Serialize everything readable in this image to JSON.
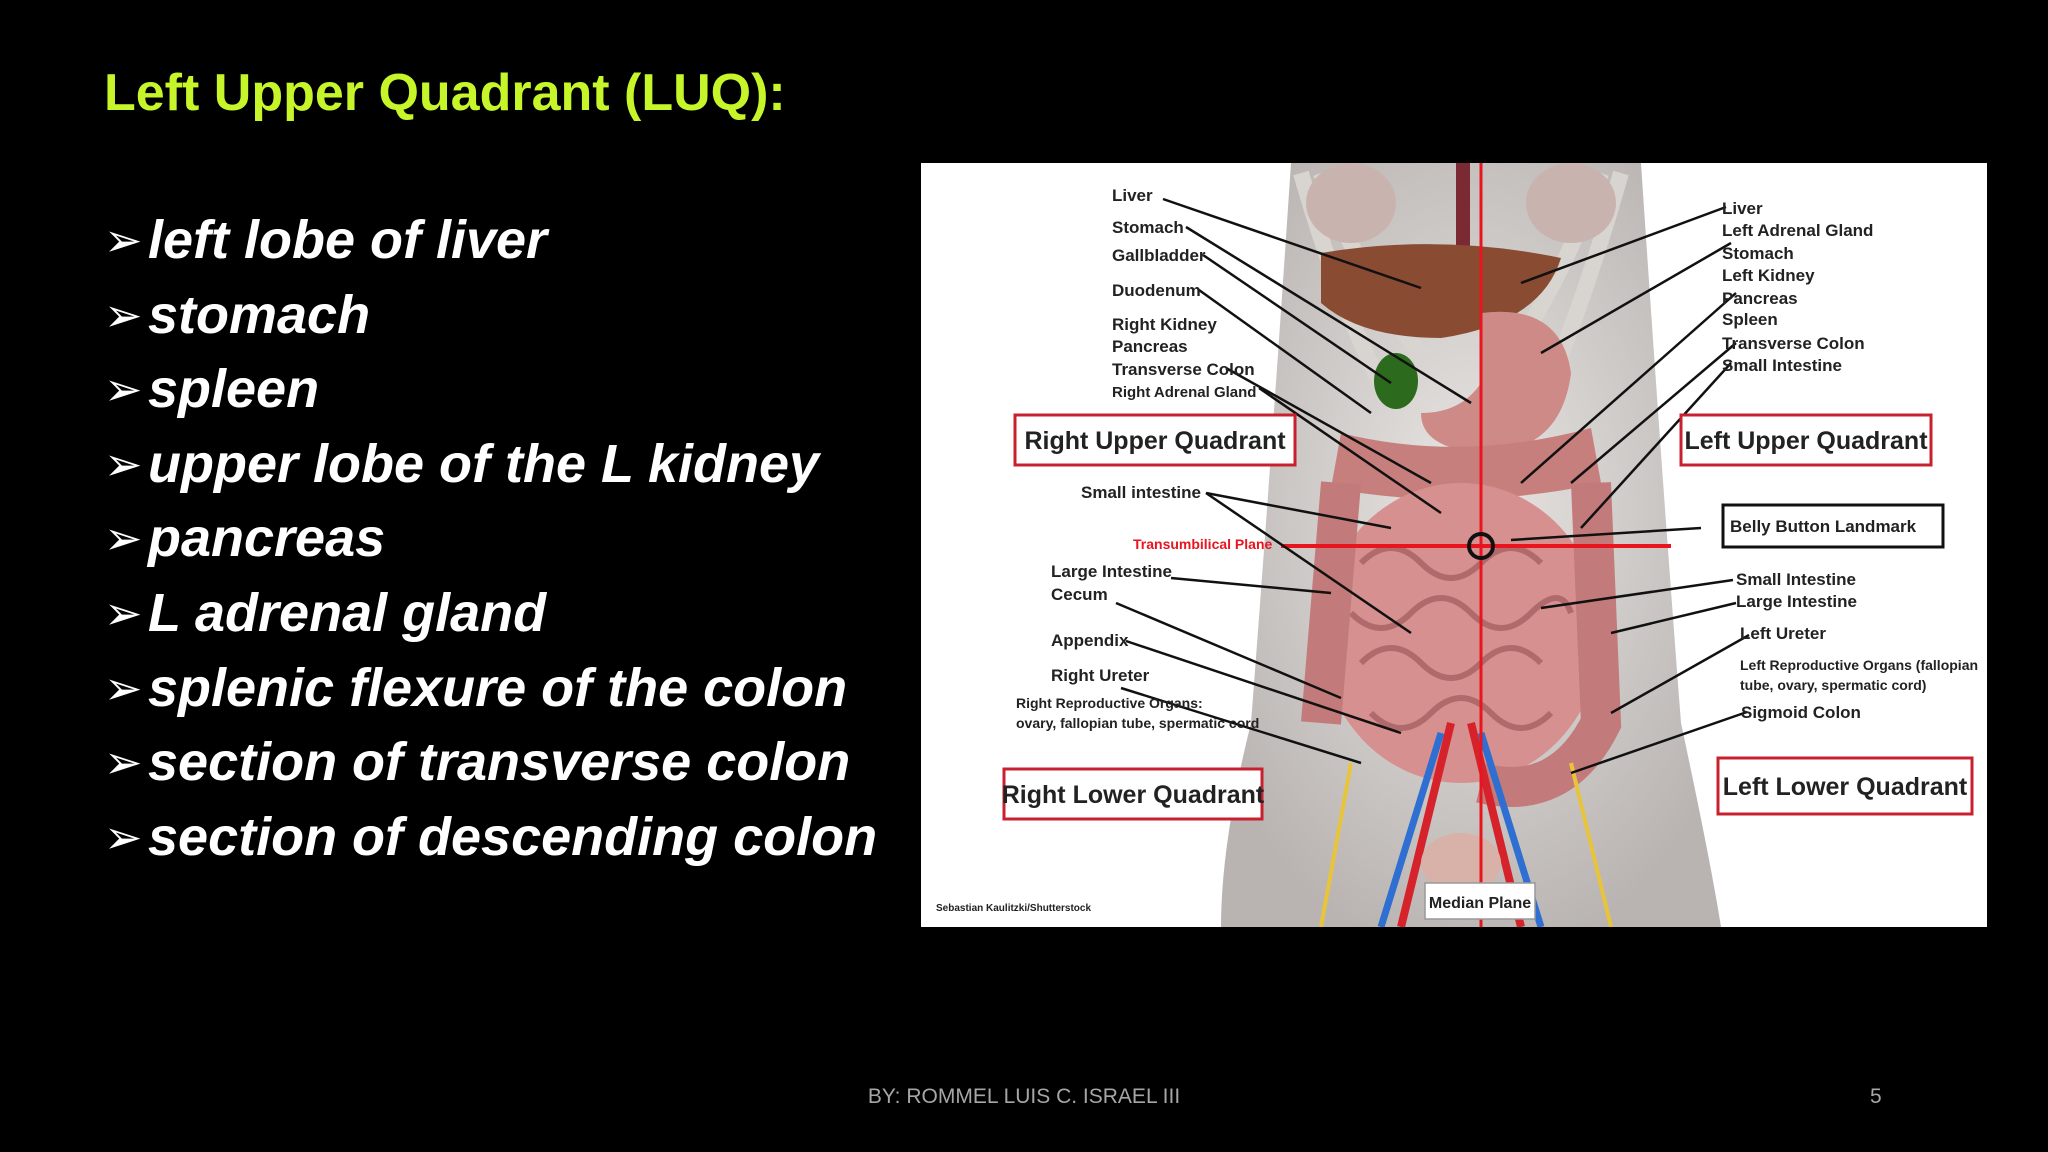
{
  "slide": {
    "title": "Left Upper Quadrant (LUQ):",
    "bullets": [
      "left lobe of liver",
      "stomach",
      "spleen",
      "upper lobe of the  L kidney",
      "pancreas",
      "L adrenal gland",
      "splenic flexure of the colon",
      "section of transverse colon",
      "section of descending colon"
    ],
    "bullet_icon": "arrow-bullet-icon",
    "footer": "BY: ROMMEL LUIS C. ISRAEL III",
    "page_number": "5"
  },
  "figure": {
    "left_labels": [
      "Liver",
      "Stomach",
      "Gallbladder",
      "Duodenum",
      "Right Kidney",
      "Pancreas",
      "Transverse Colon",
      "Right Adrenal Gland"
    ],
    "right_labels": [
      "Liver",
      "Left Adrenal Gland",
      "Stomach",
      "Left Kidney",
      "Pancreas",
      "Spleen",
      "Transverse Colon",
      "Small Intestine"
    ],
    "quadrants": {
      "ruq": "Right Upper Quadrant",
      "luq": "Left Upper Quadrant",
      "rlq": "Right Lower Quadrant",
      "llq": "Left Lower Quadrant"
    },
    "small_intestine_left": "Small intestine",
    "transumbilical_plane": "Transumbilical Plane",
    "belly_button": "Belly Button Landmark",
    "large_intestine_left": "Large Intestine",
    "cecum": "Cecum",
    "appendix": "Appendix",
    "right_ureter": "Right Ureter",
    "right_repro_1": "Right Reproductive Organs:",
    "right_repro_2": "ovary, fallopian tube, spermatic cord",
    "small_intestine_right": "Small Intestine",
    "large_intestine_right": "Large Intestine",
    "left_ureter": "Left Ureter",
    "left_repro_1": "Left Reproductive Organs (fallopian",
    "left_repro_2": "tube, ovary, spermatic cord)",
    "sigmoid_colon": "Sigmoid Colon",
    "median_plane": "Median Plane",
    "credit": "Sebastian Kaulitzki/Shutterstock",
    "colors": {
      "quadrant_border": "#c8202e",
      "plane_line": "#e8141e",
      "title": "#c6f52a"
    }
  }
}
